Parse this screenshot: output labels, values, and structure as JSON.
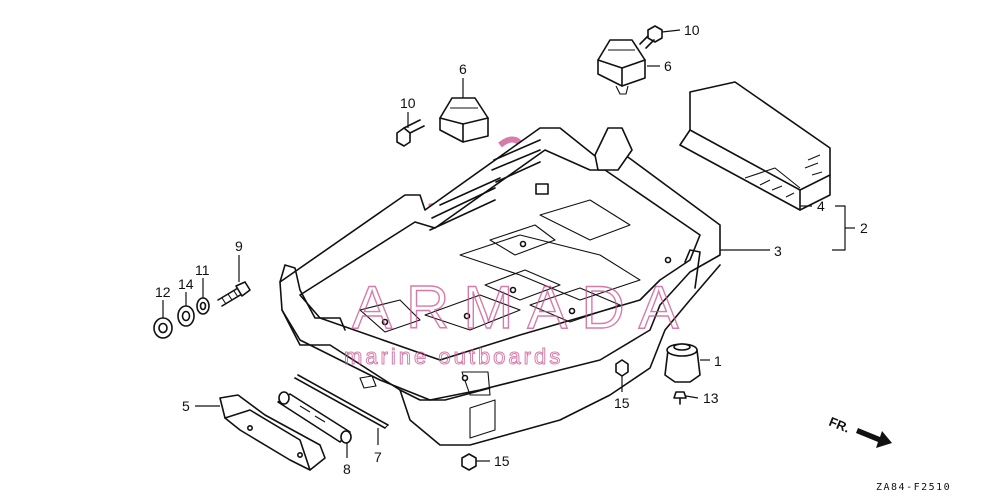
{
  "diagram_code": "ZA84-F2510",
  "direction_label": "FR.",
  "watermark": {
    "brand": "ARMADA",
    "tagline": "marine outboards",
    "color": "#c9518f"
  },
  "callouts": {
    "c1": "1",
    "c2": "2",
    "c3": "3",
    "c4": "4",
    "c5": "5",
    "c6a": "6",
    "c6b": "6",
    "c7": "7",
    "c8": "8",
    "c9": "9",
    "c10a": "10",
    "c10b": "10",
    "c11": "11",
    "c12": "12",
    "c13": "13",
    "c14": "14",
    "c15a": "15",
    "c15b": "15"
  }
}
